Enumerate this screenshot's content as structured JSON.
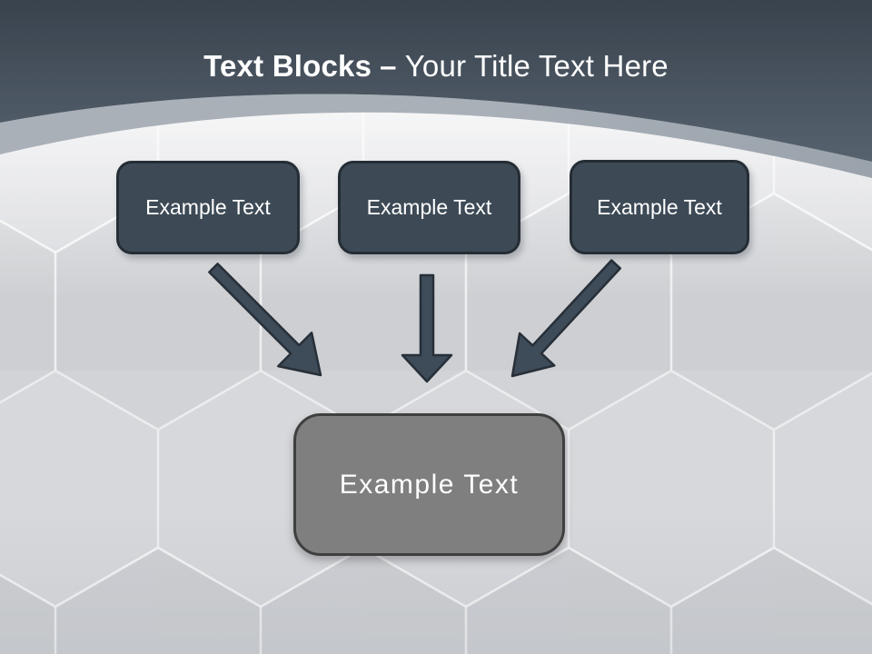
{
  "slide": {
    "title": {
      "bold": "Text Blocks",
      "separator": "–",
      "regular": "Your Title Text Here"
    },
    "top_blocks": [
      {
        "label": "Example Text"
      },
      {
        "label": "Example Text"
      },
      {
        "label": "Example Text"
      }
    ],
    "result_block": {
      "label": "Example Text"
    },
    "arrows": [
      {
        "name": "arrow-diagonal-down-right"
      },
      {
        "name": "arrow-straight-down"
      },
      {
        "name": "arrow-diagonal-down-left"
      }
    ],
    "colors": {
      "header_top": "#39434e",
      "header_bottom": "#56626e",
      "band": "#a9b0b8",
      "band_right": "#9aa2ab",
      "floor": "#d1d3d7",
      "block_fill": "#3d4a56",
      "block_border": "#252d35",
      "block_text": "#ffffff",
      "result_fill": "#7f7f7f",
      "result_border": "#3f3f3f",
      "arrow_fill": "#3e4b58",
      "arrow_outline": "#272f38",
      "title_text": "#ffffff"
    }
  }
}
